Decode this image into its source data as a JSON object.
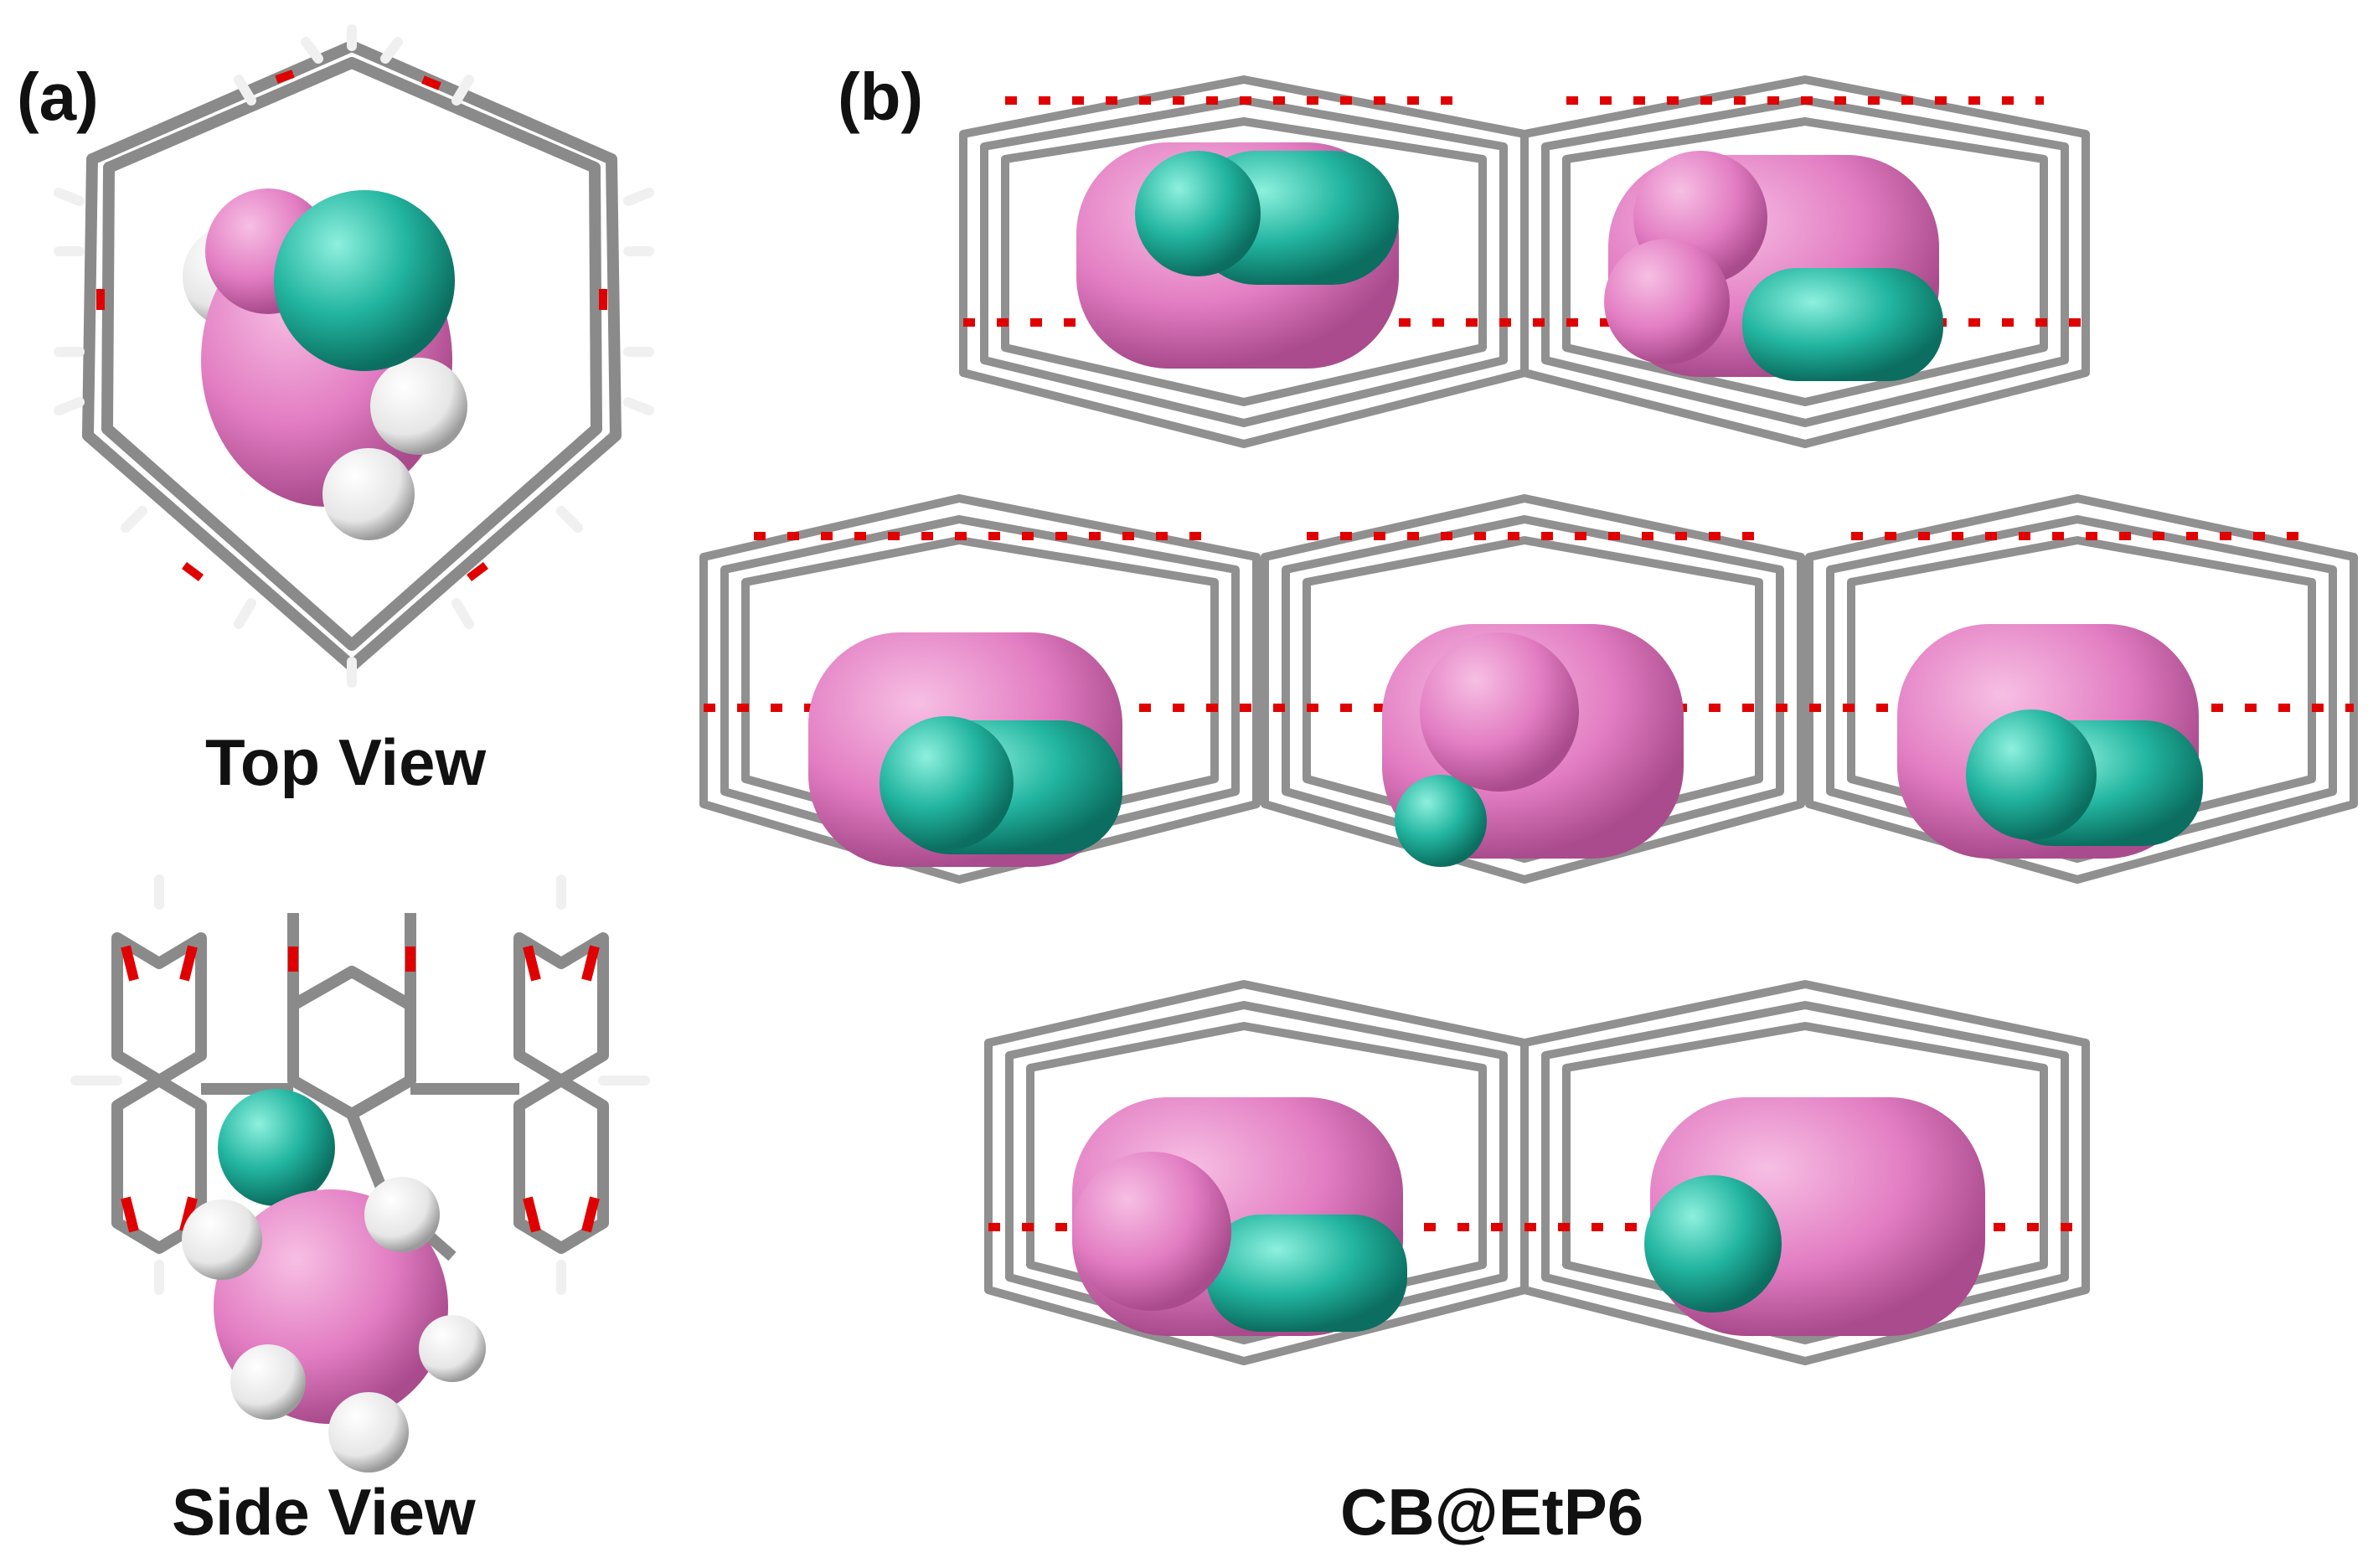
{
  "figure": {
    "panel_a": {
      "label": "(a)",
      "top_caption": "Top View",
      "side_caption": "Side View"
    },
    "panel_b": {
      "label": "(b)",
      "caption": "CB@EtP6"
    }
  },
  "colors": {
    "framework": "#8c8c8c",
    "oxygen": "#e00000",
    "hydrogen": "#f2f2f2",
    "carbon_guest": "#e07ac0",
    "chlorine": "#1aa996"
  }
}
